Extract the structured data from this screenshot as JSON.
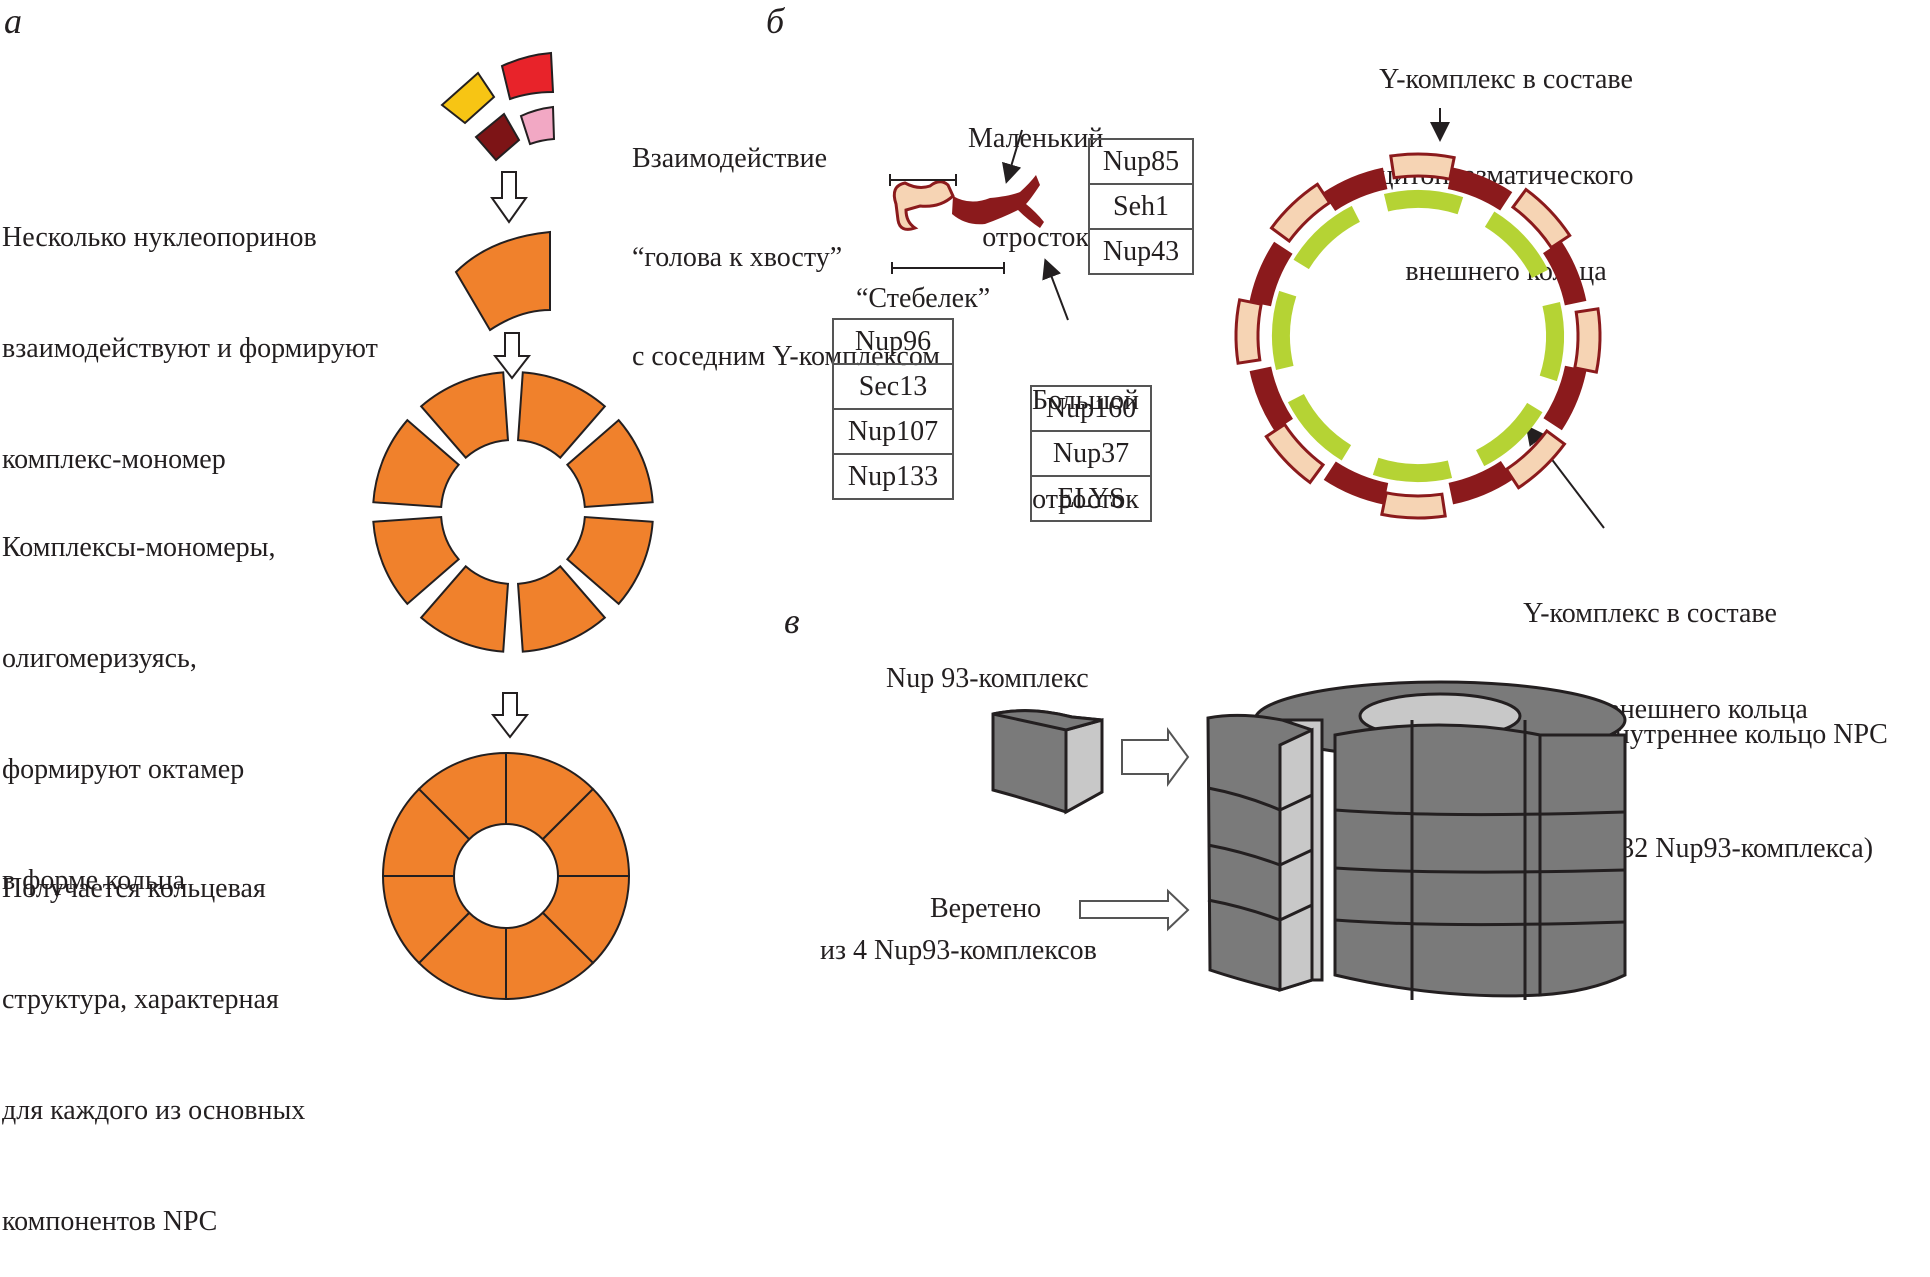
{
  "panels": {
    "a": {
      "letter": "а",
      "step1": [
        "Несколько нуклеопоринов",
        "взаимодействуют и формируют",
        "комплекс-мономер"
      ],
      "step2": [
        "Комплексы-мономеры,",
        "олигомеризуясь,",
        "формируют октамер",
        "в форме кольца"
      ],
      "step3": [
        "Получается кольцевая",
        "структура, характерная",
        "для каждого из основных",
        "компонентов NPC"
      ],
      "nucleoporin_colors": [
        "#f7c514",
        "#e8232a",
        "#7d1416",
        "#f2a8c4"
      ],
      "monomer_color": "#f0812c",
      "octamer_segments": 8
    },
    "b": {
      "letter": "б",
      "head_tail_label": [
        "Взаимодействие",
        "“голова к хвосту”",
        "с соседним Y-комплексом"
      ],
      "small_arm_label": [
        "Маленький",
        "отросток"
      ],
      "large_arm_label": [
        "Большой",
        "отросток"
      ],
      "stem_label": "“Стебелек”",
      "small_arm_nups": [
        "Nup85",
        "Seh1",
        "Nup43"
      ],
      "stem_nups": [
        "Nup96",
        "Sec13",
        "Nup107",
        "Nup133"
      ],
      "large_arm_nups": [
        "Nup160",
        "Nup37",
        "ELYS"
      ],
      "cyto_ring_label": [
        "Y-комплекс в составе",
        "цитоплазматического",
        "внешнего кольца"
      ],
      "nuclear_ring_label": [
        "Y-комплекс в составе",
        "ядерного внешнего кольца"
      ],
      "colors": {
        "y_dark": "#8b1a1c",
        "y_light": "#f6d4b4",
        "nuclear": "#b5d334"
      }
    },
    "c": {
      "letter": "в",
      "nup93_label": "Nup 93-комплекс",
      "inner_ring_label": [
        "Внутреннее кольцо NPC",
        "(32 Nup93-комплекса)"
      ],
      "spindle_label": [
        "Веретено",
        "из 4 Nup93-комплексов"
      ],
      "colors": {
        "dark": "#7a7a7a",
        "light": "#c8c8c8"
      }
    }
  }
}
